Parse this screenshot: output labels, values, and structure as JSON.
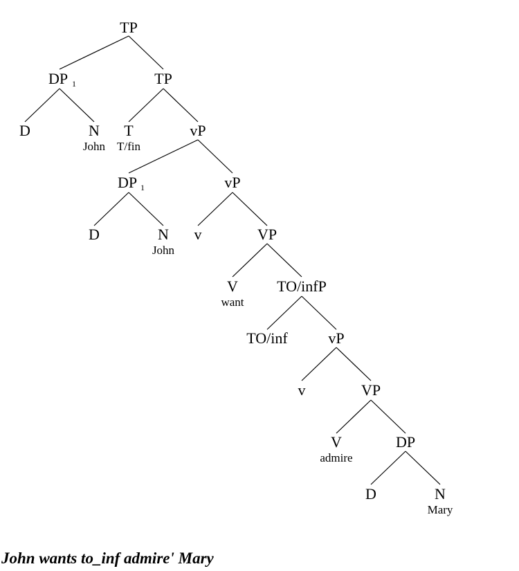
{
  "nodes": {
    "tp_root": {
      "label": "TP"
    },
    "dp1_top": {
      "label": "DP",
      "index": "1"
    },
    "tp_bar": {
      "label": "TP"
    },
    "d_top": {
      "label": "D"
    },
    "n_top": {
      "label": "N",
      "word": "John"
    },
    "t": {
      "label": "T",
      "word": "T/fin"
    },
    "vp_little_1": {
      "label": "vP"
    },
    "dp1_low": {
      "label": "DP",
      "index": "1"
    },
    "vp_little_bar_1": {
      "label": "vP"
    },
    "d_low": {
      "label": "D"
    },
    "n_low": {
      "label": "N",
      "word": "John"
    },
    "v_little_1": {
      "label": "v"
    },
    "vp_1": {
      "label": "VP"
    },
    "v_want": {
      "label": "V",
      "word": "want"
    },
    "to_infp": {
      "label": "TO/infP"
    },
    "to_inf": {
      "label": "TO/inf"
    },
    "vp_little_2": {
      "label": "vP"
    },
    "v_little_2": {
      "label": "v"
    },
    "vp_2": {
      "label": "VP"
    },
    "v_admire": {
      "label": "V",
      "word": "admire"
    },
    "dp_obj": {
      "label": "DP"
    },
    "d_obj": {
      "label": "D"
    },
    "n_obj": {
      "label": "N",
      "word": "Mary"
    }
  },
  "caption": "John wants to_inf admire' Mary"
}
